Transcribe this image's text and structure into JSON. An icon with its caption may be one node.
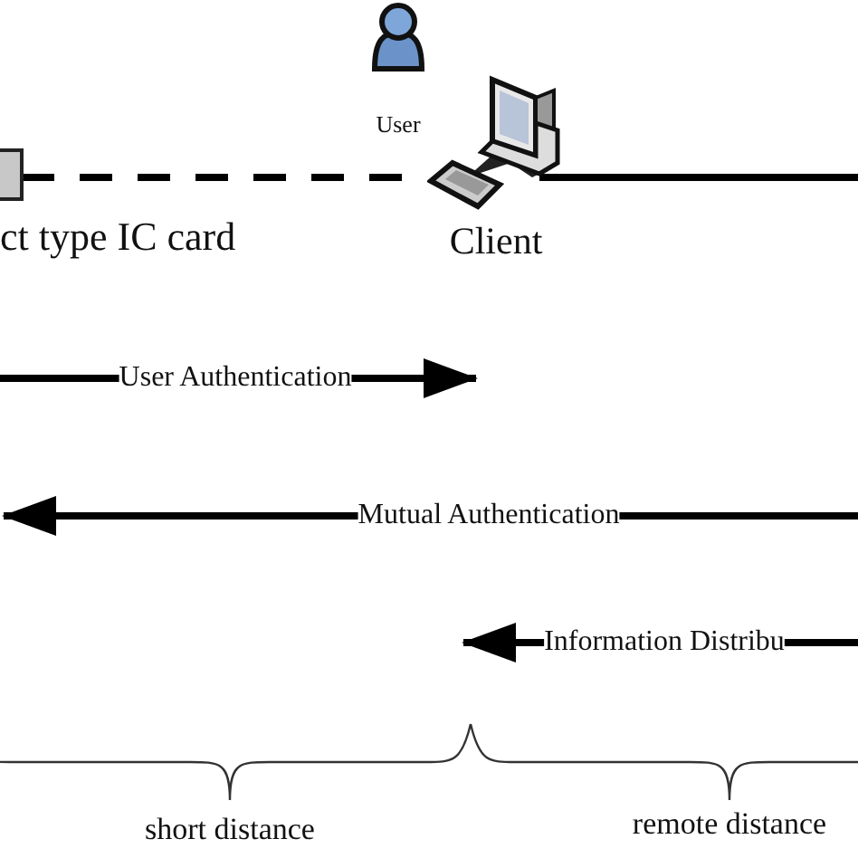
{
  "diagram": {
    "nodes": [
      {
        "text": [
          "ct type IC card"
        ]
      },
      {
        "text": [
          "Client"
        ]
      },
      {
        "text": [
          "User"
        ]
      },
      {
        "text": [
          "User Authentication"
        ]
      },
      {
        "text": [
          "Mutual Authentication"
        ]
      },
      {
        "text": [
          "Information Distribu"
        ]
      }
    ],
    "edges": [
      {
        "from": 0,
        "to": 1,
        "arrow": "none",
        "style": "dashed"
      },
      {
        "from": 1,
        "to": null,
        "arrow": "none"
      },
      {
        "from": 3,
        "to": null,
        "arrow": "to"
      },
      {
        "from": 3,
        "to": null,
        "arrow": "none"
      },
      {
        "from": 4,
        "to": null,
        "arrow": "to"
      },
      {
        "from": 4,
        "to": null,
        "arrow": "none"
      },
      {
        "from": 5,
        "to": null,
        "arrow": "to"
      },
      {
        "from": 5,
        "to": null,
        "arrow": "none"
      }
    ],
    "labels": [
      "short distance",
      "remote distance"
    ]
  }
}
